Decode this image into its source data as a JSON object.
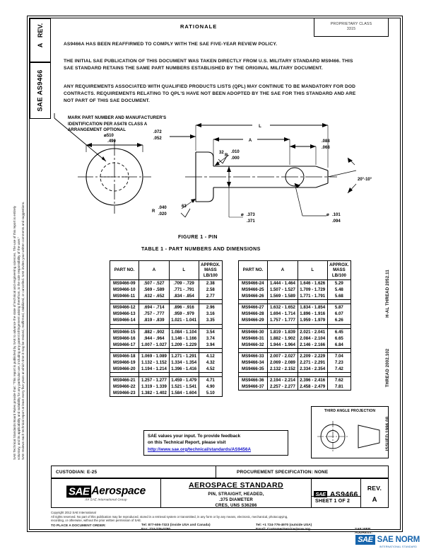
{
  "header": {
    "rationale_title": "RATIONALE",
    "property_box": "PROPRIETARY CLASS\n3315",
    "rev_label": "REV.",
    "rev_value": "A",
    "doc_label": "SAE AS9466"
  },
  "paragraphs": {
    "p1": "AS9466A HAS BEEN REAFFIRMED TO COMPLY WITH THE SAE FIVE-YEAR REVIEW POLICY.",
    "p2": "THE INITIAL SAE PUBLICATION OF THIS DOCUMENT WAS TAKEN DIRECTLY FROM U.S. MILITARY STANDARD MS9466. THIS SAE STANDARD RETAINS THE SAME PART NUMBERS  ESTABLISHED BY THE ORIGINAL MILITARY DOCUMENT.",
    "p3": "ANY REQUIREMENTS ASSOCIATED WITH QUALIFIED PRODUCTS LISTS (QPL) MAY CONTINUE TO BE MANDATORY FOR DOD CONTRACTS. REQUIREMENTS RELATING TO QPL'S HAVE NOT BEEN  ADOPTED BY THE SAE FOR THIS STANDARD AND ARE NOT PART OF THIS SAE DOCUMENT."
  },
  "drawing": {
    "mark_note": "MARK PART NUMBER AND MANUFACTURER'S\nIDENTIFICATION PER AS478 CLASS A\nARRANGEMENT OPTIONAL",
    "figure_label": "FIGURE 1 - PIN",
    "dim_head_dia_top": ".510",
    "dim_head_dia_bot": ".490",
    "dim_head_thk_top": ".072",
    "dim_head_thk_bot": ".052",
    "dim_radius_label": "R",
    "dim_radius_top": ".040",
    "dim_radius_bot": ".020",
    "dim_fillet_label": "R",
    "dim_fillet_top": ".010",
    "dim_fillet_bot": ".000",
    "dim_L": "L",
    "dim_A": "A",
    "dim_chamfer_top": ".088",
    "dim_chamfer_bot": ".068",
    "dim_angle": "20°-10°",
    "dim_shank_top": ".373",
    "dim_shank_bot": ".371",
    "dim_hole_top": ".101",
    "dim_hole_bot": ".094",
    "finish_32": "32",
    "finish_63": "63"
  },
  "table": {
    "title": "TABLE 1  -  PART NUMBERS AND DIMENSIONS",
    "headers": [
      "PART NO.",
      "A",
      "L",
      "APPROX.\nMASS\nLB/100"
    ],
    "header_mass_l1": "APPROX.",
    "header_mass_l2": "MASS",
    "header_mass_l3": "LB/100",
    "left_groups": [
      [
        [
          "MS9466-09",
          ".507  -  .527",
          ".709 -  .729",
          "2.38"
        ],
        [
          "MS9466-10",
          ".569  -  .589",
          ".771 -  .791",
          "2.58"
        ],
        [
          "MS9466-11",
          ".632  -  .652",
          ".834 -  .854",
          "2.77"
        ]
      ],
      [
        [
          "MS9466-12",
          ".694  -  .714",
          ".896 -  .916",
          "2.96"
        ],
        [
          "MS9466-13",
          ".757  -  .777",
          ".959 -  .979",
          "3.16"
        ],
        [
          "MS9466-14",
          ".819  -  .839",
          "1.021 - 1.041",
          "3.35"
        ]
      ],
      [
        [
          "MS9466-15",
          ".882  -  .902",
          "1.084 - 1.104",
          "3.54"
        ],
        [
          "MS9466-16",
          ".944  -  .964",
          "1.146 - 1.166",
          "3.74"
        ],
        [
          "MS9466-17",
          "1.007  -  1.027",
          "1.209 - 1.229",
          "3.94"
        ]
      ],
      [
        [
          "MS9466-18",
          "1.069 - 1.089",
          "1.271 - 1.291",
          "4.12"
        ],
        [
          "MS9466-19",
          "1.132 - 1.152",
          "1.334 - 1.354",
          "4.32"
        ],
        [
          "MS9466-20",
          "1.194 - 1.214",
          "1.396 - 1.416",
          "4.52"
        ]
      ],
      [
        [
          "MS9466-21",
          "1.257 - 1.277",
          "1.459 - 1.479",
          "4.71"
        ],
        [
          "MS9466-22",
          "1.319 - 1.339",
          "1.521 - 1.541",
          "4.90"
        ],
        [
          "MS9466-23",
          "1.382 - 1.402",
          "1.584 - 1.604",
          "5.10"
        ]
      ]
    ],
    "right_groups": [
      [
        [
          "MS9466-24",
          "1.444 - 1.464",
          "1.646 - 1.626",
          "5.29"
        ],
        [
          "MS9466-25",
          "1.507 - 1.527",
          "1.709 - 1.729",
          "5.48"
        ],
        [
          "MS9466-26",
          "1.569 - 1.589",
          "1.771 -  1.791",
          "5.68"
        ]
      ],
      [
        [
          "MS9466-27",
          "1.632 - 1.652",
          "1.834 - 1.854",
          "5.87"
        ],
        [
          "MS9466-28",
          "1.694 - 1.714",
          "1.896 - 1.916",
          "6.07"
        ],
        [
          "MS9466-29",
          "1.757 - 1.777",
          "1.959 - 1.979",
          "6.26"
        ]
      ],
      [
        [
          "MS9466-30",
          "1.819 - 1.839",
          "2.021 - 2.041",
          "6.45"
        ],
        [
          "MS9466-31",
          "1.882 - 1.902",
          "2.084 - 2.104",
          "6.65"
        ],
        [
          "MS9466-32",
          "1.944 - 1.964",
          "2.146 - 2.166",
          "6.84"
        ]
      ],
      [
        [
          "MS9466-33",
          "2.007 - 2.027",
          "2.209 - 2.229",
          "7.04"
        ],
        [
          "MS9466-34",
          "2.069 - 2.089",
          "2.271 - 2.291",
          "7.23"
        ],
        [
          "MS9466-35",
          "2.132 - 2.152",
          "2.334 - 2.354",
          "7.42"
        ]
      ],
      [
        [
          "MS9466-36",
          "2.194 - 2.214",
          "2.396 - 2.416",
          "7.62"
        ],
        [
          "MS9466-37",
          "2.257 - 2.277",
          "2.458 - 2.479",
          "7.81"
        ]
      ]
    ]
  },
  "feedback": {
    "line1": "SAE values your input. To provide feedback",
    "line2": "on this Technical Report, please visit",
    "url": "http://www.sae.org/technical/standards/AS9456A"
  },
  "projection": {
    "title": "THIRD ANGLE PROJECTION"
  },
  "custodian": {
    "label": "CUSTODIAN: E-25",
    "procurement": "PROCUREMENT SPECIFICATION: NONE"
  },
  "titleblock": {
    "logo_mark": "SAE",
    "logo_word": "Aerospace",
    "logo_tagline": "An SAE International Group",
    "heading": "AEROSPACE STANDARD",
    "sub1": "PIN, STRAIGHT, HEADED,",
    "sub2": ".375 DIAMETER",
    "sub3": "CRES, UNS S36286",
    "number_mark": "SAE",
    "number": "AS9466",
    "sheet": "SHEET 1 OF 2",
    "rev_label": "REV.",
    "rev_value": "A"
  },
  "sidebar": {
    "micro1": "H-AL THREAD 2052.11",
    "micro2": "THREAD 2002.102",
    "micro3": "ISSUED 1996.08",
    "legal_l1": "SAE Technical Standards Board Rules provide that: \"This report is published by SAE to advance the state of technical and engineering sciences. The use of this report is entirely",
    "legal_l2": "voluntary, and its applicability and suitability for any particular use, including any patent infringement arising therefrom, is the sole responsibility of the user.\"",
    "legal_l3": "SAE reviews each technical report at least every five years at which time it may be revised, reaffirmed, stabilized, or cancelled. SAE invites your written comments and suggestions."
  },
  "footer": {
    "copyright": "Copyright 2012 SAE International",
    "rights1": "All rights reserved. No part of this publication may be reproduced, stored in a retrieval system or transmitted, in any form or by any means, electronic, mechanical, photocopying,",
    "rights2": "recording, or otherwise, without the prior written permission of SAE.",
    "order_label": "TO PLACE A DOCUMENT ORDER:",
    "tel_us": "Tel:  877-606-7323 (inside USA and Canada)",
    "tel_outside": "Tel:  +1 724-776-4970 (outside USA)",
    "fax": "Fax: 724-776-0790",
    "email": "Email: CustomerService@sae.org",
    "web_label": "SAE WEB ADDRESS:",
    "web": "http://www.sae.org"
  },
  "watermark": {
    "mark": "SAE",
    "text": "SAE NORM",
    "sub": "INTERNATIONAL STANDARD"
  }
}
